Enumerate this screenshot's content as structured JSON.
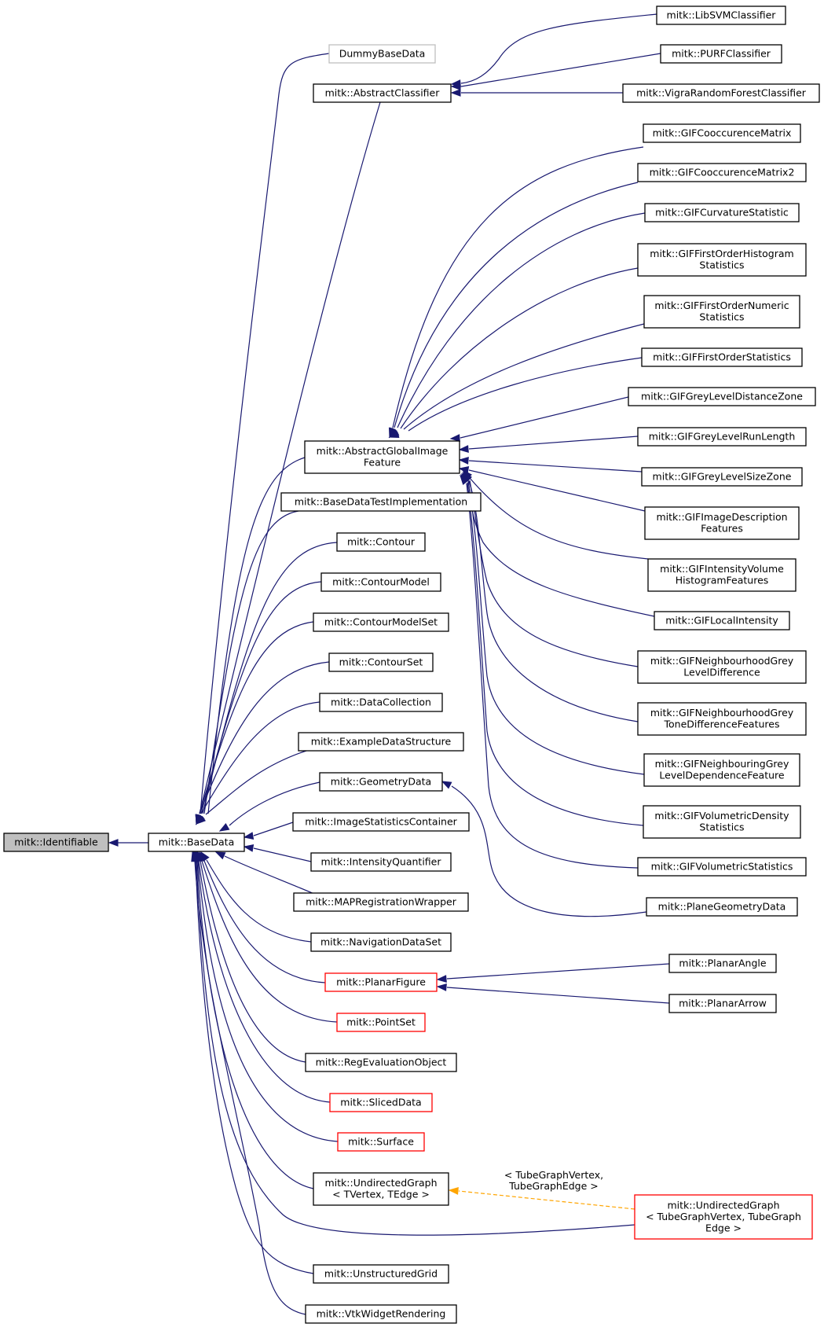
{
  "nodes": [
    {
      "id": "identifiable",
      "lines": [
        "mitk::Identifiable"
      ],
      "style": "root"
    },
    {
      "id": "basedata",
      "lines": [
        "mitk::BaseData"
      ],
      "style": "normal"
    },
    {
      "id": "dummybasedata",
      "lines": [
        "DummyBaseData"
      ],
      "style": "gray"
    },
    {
      "id": "abstractclassifier",
      "lines": [
        "mitk::AbstractClassifier"
      ],
      "style": "normal"
    },
    {
      "id": "libsvm",
      "lines": [
        "mitk::LibSVMClassifier"
      ],
      "style": "normal"
    },
    {
      "id": "purf",
      "lines": [
        "mitk::PURFClassifier"
      ],
      "style": "normal"
    },
    {
      "id": "vigra",
      "lines": [
        "mitk::VigraRandomForestClassifier"
      ],
      "style": "normal"
    },
    {
      "id": "agif",
      "lines": [
        "mitk::AbstractGlobalImage",
        "Feature"
      ],
      "style": "normal"
    },
    {
      "id": "gif_cooc",
      "lines": [
        "mitk::GIFCooccurenceMatrix"
      ],
      "style": "normal"
    },
    {
      "id": "gif_cooc2",
      "lines": [
        "mitk::GIFCooccurenceMatrix2"
      ],
      "style": "normal"
    },
    {
      "id": "gif_curv",
      "lines": [
        "mitk::GIFCurvatureStatistic"
      ],
      "style": "normal"
    },
    {
      "id": "gif_fohist",
      "lines": [
        "mitk::GIFFirstOrderHistogram",
        "Statistics"
      ],
      "style": "normal"
    },
    {
      "id": "gif_fonum",
      "lines": [
        "mitk::GIFFirstOrderNumeric",
        "Statistics"
      ],
      "style": "normal"
    },
    {
      "id": "gif_fostat",
      "lines": [
        "mitk::GIFFirstOrderStatistics"
      ],
      "style": "normal"
    },
    {
      "id": "gif_gldz",
      "lines": [
        "mitk::GIFGreyLevelDistanceZone"
      ],
      "style": "normal"
    },
    {
      "id": "gif_glrl",
      "lines": [
        "mitk::GIFGreyLevelRunLength"
      ],
      "style": "normal"
    },
    {
      "id": "gif_glsz",
      "lines": [
        "mitk::GIFGreyLevelSizeZone"
      ],
      "style": "normal"
    },
    {
      "id": "gif_imgdesc",
      "lines": [
        "mitk::GIFImageDescription",
        "Features"
      ],
      "style": "normal"
    },
    {
      "id": "gif_ivh",
      "lines": [
        "mitk::GIFIntensityVolume",
        "HistogramFeatures"
      ],
      "style": "normal"
    },
    {
      "id": "gif_locint",
      "lines": [
        "mitk::GIFLocalIntensity"
      ],
      "style": "normal"
    },
    {
      "id": "gif_ngld",
      "lines": [
        "mitk::GIFNeighbourhoodGrey",
        "LevelDifference"
      ],
      "style": "normal"
    },
    {
      "id": "gif_ngtd",
      "lines": [
        "mitk::GIFNeighbourhoodGrey",
        "ToneDifferenceFeatures"
      ],
      "style": "normal"
    },
    {
      "id": "gif_ngldf",
      "lines": [
        "mitk::GIFNeighbouringGrey",
        "LevelDependenceFeature"
      ],
      "style": "normal"
    },
    {
      "id": "gif_voldens",
      "lines": [
        "mitk::GIFVolumetricDensity",
        "Statistics"
      ],
      "style": "normal"
    },
    {
      "id": "gif_volstat",
      "lines": [
        "mitk::GIFVolumetricStatistics"
      ],
      "style": "normal"
    },
    {
      "id": "basedatatest",
      "lines": [
        "mitk::BaseDataTestImplementation"
      ],
      "style": "normal"
    },
    {
      "id": "contour",
      "lines": [
        "mitk::Contour"
      ],
      "style": "normal"
    },
    {
      "id": "contourmodel",
      "lines": [
        "mitk::ContourModel"
      ],
      "style": "normal"
    },
    {
      "id": "contourmodelset",
      "lines": [
        "mitk::ContourModelSet"
      ],
      "style": "normal"
    },
    {
      "id": "contourset",
      "lines": [
        "mitk::ContourSet"
      ],
      "style": "normal"
    },
    {
      "id": "datacollection",
      "lines": [
        "mitk::DataCollection"
      ],
      "style": "normal"
    },
    {
      "id": "exampledata",
      "lines": [
        "mitk::ExampleDataStructure"
      ],
      "style": "normal"
    },
    {
      "id": "geometrydata",
      "lines": [
        "mitk::GeometryData"
      ],
      "style": "normal"
    },
    {
      "id": "planegeometrydata",
      "lines": [
        "mitk::PlaneGeometryData"
      ],
      "style": "normal"
    },
    {
      "id": "imagestats",
      "lines": [
        "mitk::ImageStatisticsContainer"
      ],
      "style": "normal"
    },
    {
      "id": "intensityquant",
      "lines": [
        "mitk::IntensityQuantifier"
      ],
      "style": "normal"
    },
    {
      "id": "mapreg",
      "lines": [
        "mitk::MAPRegistrationWrapper"
      ],
      "style": "normal"
    },
    {
      "id": "navdataset",
      "lines": [
        "mitk::NavigationDataSet"
      ],
      "style": "normal"
    },
    {
      "id": "planarfigure",
      "lines": [
        "mitk::PlanarFigure"
      ],
      "style": "red"
    },
    {
      "id": "planarangle",
      "lines": [
        "mitk::PlanarAngle"
      ],
      "style": "normal"
    },
    {
      "id": "planararrow",
      "lines": [
        "mitk::PlanarArrow"
      ],
      "style": "normal"
    },
    {
      "id": "pointset",
      "lines": [
        "mitk::PointSet"
      ],
      "style": "red"
    },
    {
      "id": "regeval",
      "lines": [
        "mitk::RegEvaluationObject"
      ],
      "style": "normal"
    },
    {
      "id": "sliceddata",
      "lines": [
        "mitk::SlicedData"
      ],
      "style": "red"
    },
    {
      "id": "surface",
      "lines": [
        "mitk::Surface"
      ],
      "style": "red"
    },
    {
      "id": "undirgraph",
      "lines": [
        "mitk::UndirectedGraph",
        "< TVertex, TEdge >"
      ],
      "style": "normal"
    },
    {
      "id": "undirgraph_tube",
      "lines": [
        "mitk::UndirectedGraph",
        "< TubeGraphVertex, TubeGraph",
        "Edge >"
      ],
      "style": "red"
    },
    {
      "id": "unstructgrid",
      "lines": [
        "mitk::UnstructuredGrid"
      ],
      "style": "normal"
    },
    {
      "id": "vtkwidget",
      "lines": [
        "mitk::VtkWidgetRendering"
      ],
      "style": "normal"
    }
  ],
  "edge_label": [
    "< TubeGraphVertex,",
    "TubeGraphEdge >"
  ],
  "colors": {
    "inherit": "#191970",
    "template": "#ffa500",
    "documented": "#000000",
    "undocumented": "#bfbfbf",
    "truncated": "#ff0000",
    "current": "#bfbfbf"
  }
}
